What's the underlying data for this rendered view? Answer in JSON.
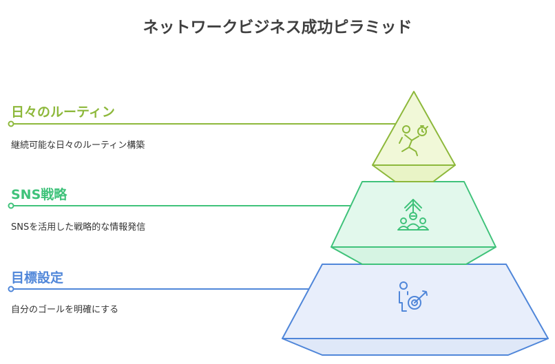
{
  "title": "ネットワークビジネス成功ピラミッド",
  "tiers": [
    {
      "heading": "日々のルーティン",
      "description": "継続可能な日々のルーティン構築",
      "color": "#8db83b",
      "fill": "#f1f8d8",
      "icon": "running-person-stopwatch-icon"
    },
    {
      "heading": "SNS戦略",
      "description": "SNSを活用した戦略的な情報発信",
      "color": "#3fc27a",
      "fill": "#e2f8ec",
      "icon": "people-network-growth-icon"
    },
    {
      "heading": "目標設定",
      "description": "自分のゴールを明確にする",
      "color": "#4f86d9",
      "fill": "#e8eefb",
      "icon": "person-target-icon"
    }
  ]
}
